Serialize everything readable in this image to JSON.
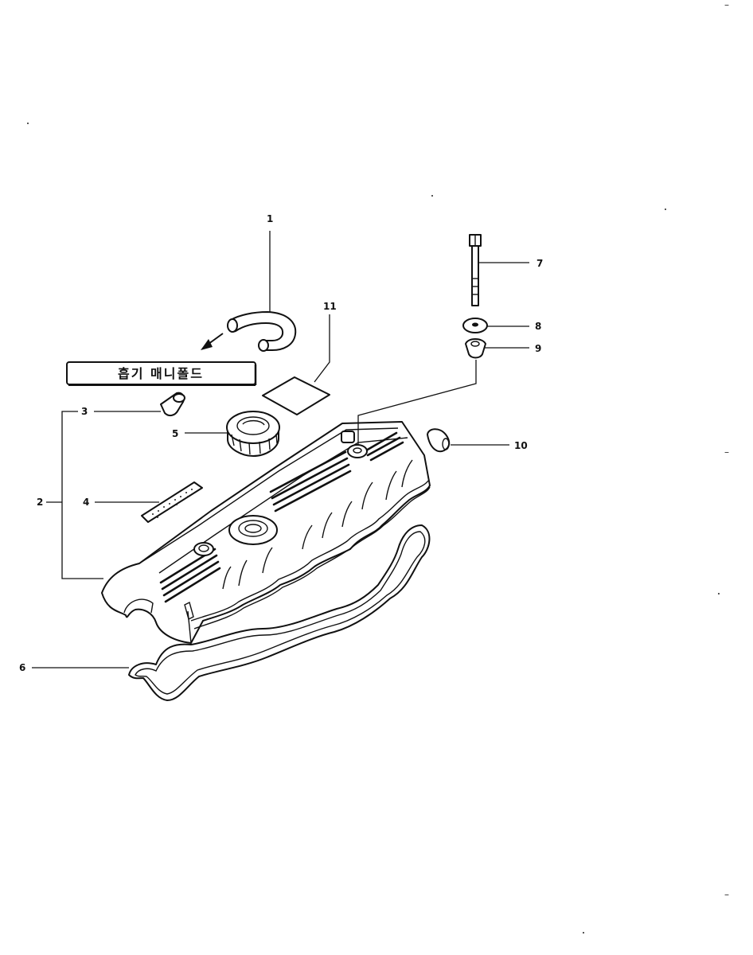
{
  "diagram": {
    "intake_label": "흡기 매니폴드",
    "callouts": [
      "1",
      "2",
      "3",
      "4",
      "5",
      "6",
      "7",
      "8",
      "9",
      "10",
      "11"
    ]
  },
  "edge_marks": [
    "–",
    "–",
    "–"
  ]
}
